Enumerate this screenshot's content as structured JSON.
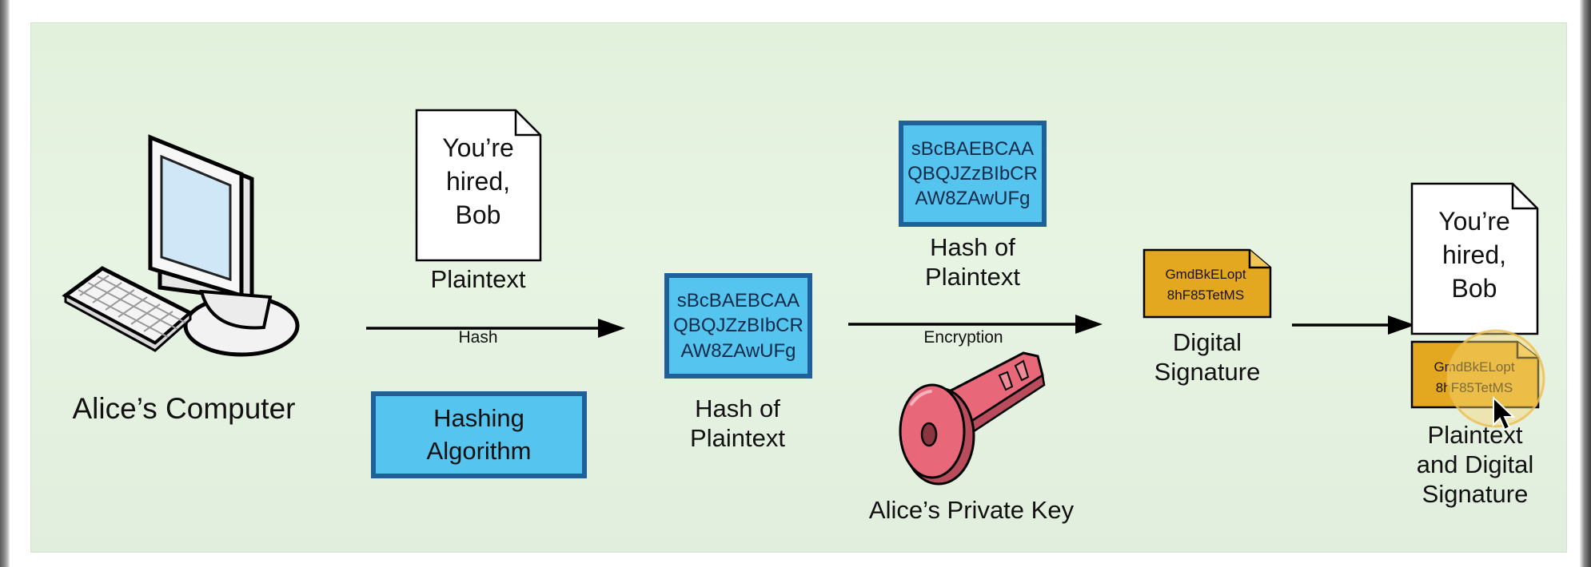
{
  "diagram": {
    "computer_label": "Alice’s Computer",
    "plaintext_doc": "You’re\nhired,\nBob",
    "plaintext_label": "Plaintext",
    "hash_arrow_label": "Hash",
    "hashing_algorithm_label": "Hashing\nAlgorithm",
    "hash_value": "sBcBAEBCAA\nQBQJZzBIbCR\nAW8ZAwUFg",
    "hash_label": "Hash of\nPlaintext",
    "encrypted_hash_value": "sBcBAEBCAA\nQBQJZzBIbCR\nAW8ZAwUFg",
    "encrypted_hash_label": "Hash of\nPlaintext",
    "encryption_arrow_label": "Encryption",
    "private_key_label": "Alice’s Private Key",
    "signature_value": "GmdBkELopt\n8hF85TetMS",
    "signature_label": "Digital\nSignature",
    "final_doc": "You’re\nhired,\nBob",
    "final_signature_value": "GmdBkELopt\n8hF85TetMS",
    "final_label": "Plaintext\nand Digital\nSignature"
  },
  "colors": {
    "panel_background": "#e6f3e0",
    "hash_box_fill": "#55c4ee",
    "hash_box_border": "#1f5f9a",
    "signature_fill": "#e3a81f",
    "key_fill": "#e8687a",
    "arrow": "#000000"
  },
  "icons": [
    "computer-icon",
    "document-icon",
    "key-icon",
    "signature-note-icon",
    "arrow-icon",
    "mouse-cursor-icon"
  ]
}
